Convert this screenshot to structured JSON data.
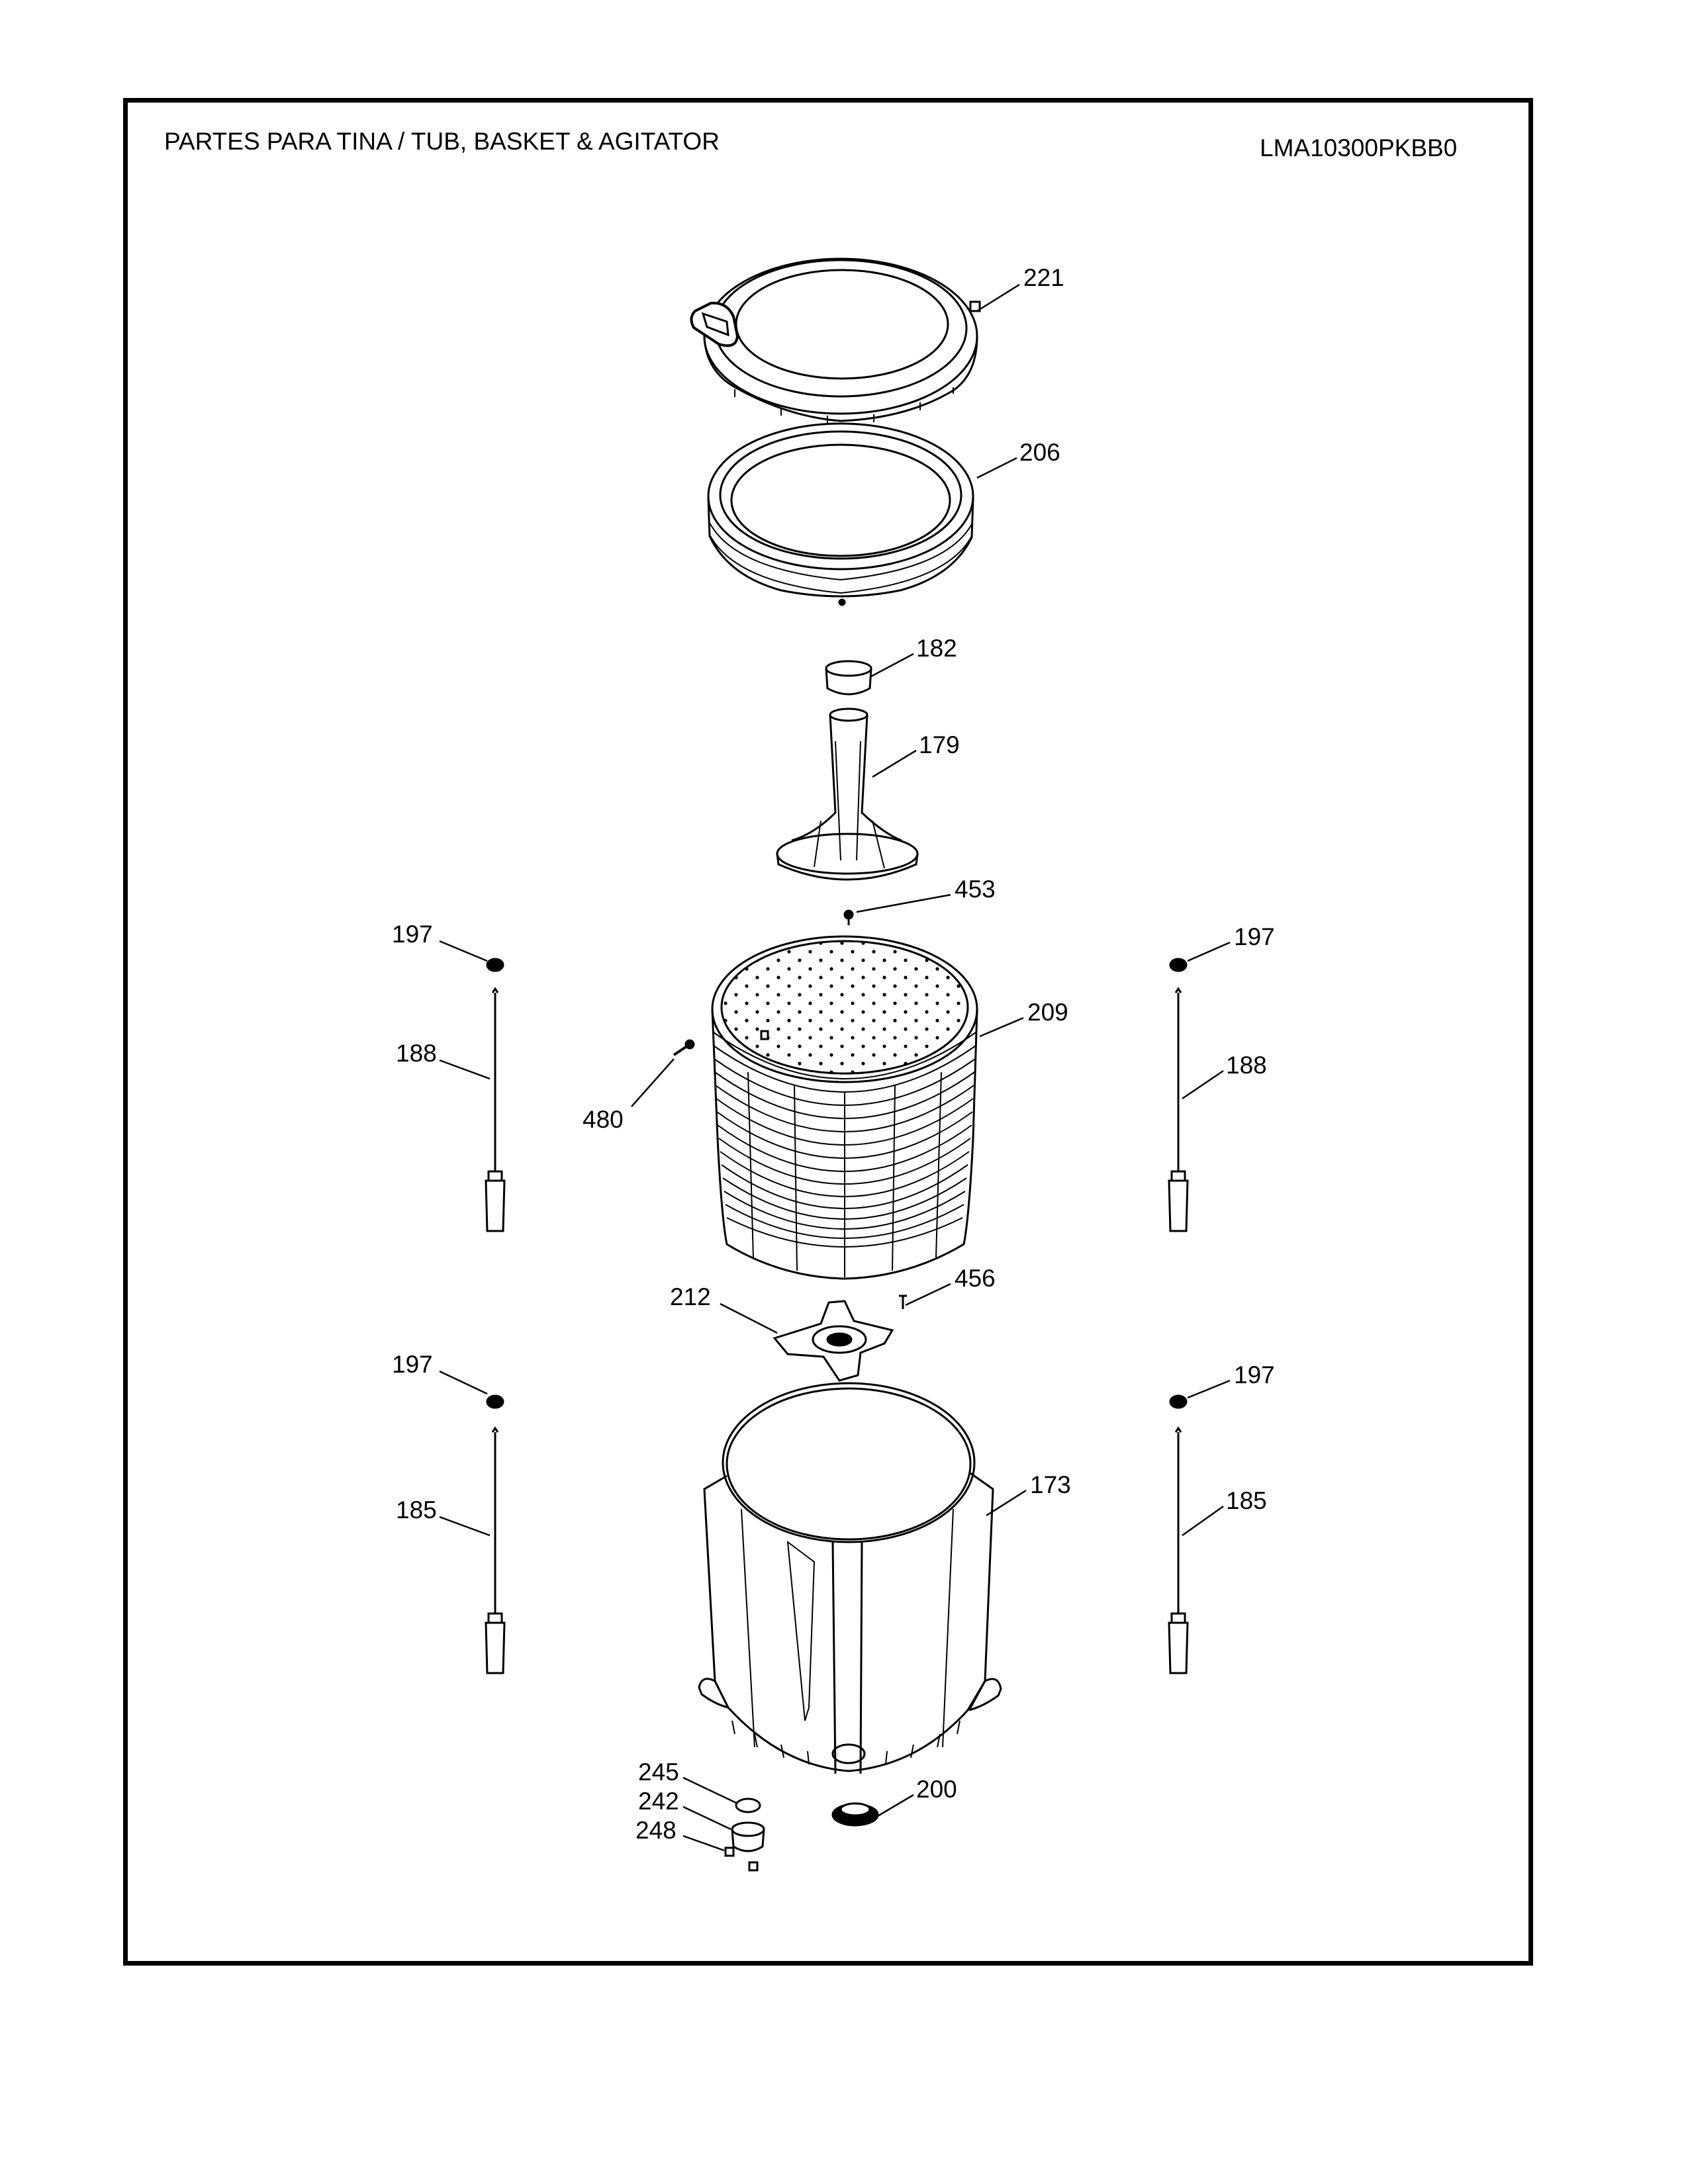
{
  "header": {
    "title": "PARTES PARA TINA  /  TUB, BASKET & AGITATOR",
    "model": "LMA10300PKBB0"
  },
  "callouts": {
    "c221": "221",
    "c206": "206",
    "c182": "182",
    "c179": "179",
    "c453": "453",
    "c197_tl": "197",
    "c197_tr": "197",
    "c188_l": "188",
    "c188_r": "188",
    "c209": "209",
    "c480": "480",
    "c456": "456",
    "c212": "212",
    "c197_bl": "197",
    "c197_br": "197",
    "c185_l": "185",
    "c185_r": "185",
    "c173": "173",
    "c245": "245",
    "c242": "242",
    "c248": "248",
    "c200": "200"
  }
}
